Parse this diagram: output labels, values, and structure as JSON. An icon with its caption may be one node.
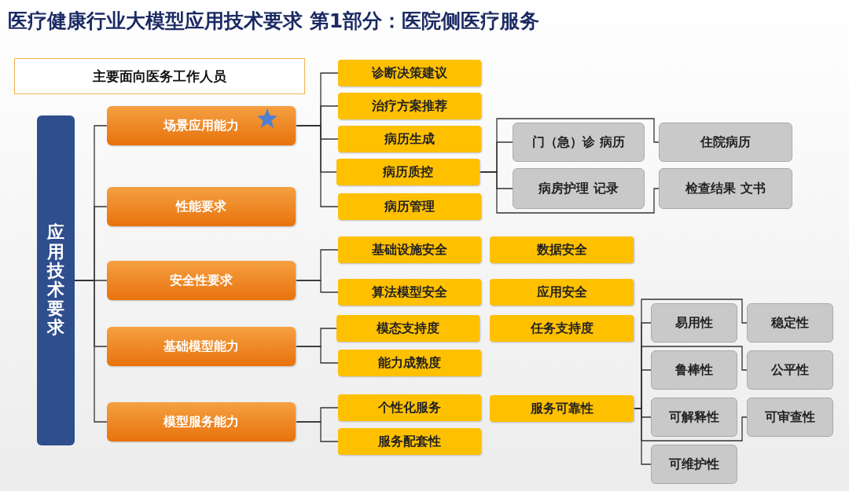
{
  "diagram": {
    "title": "医疗健康行业大模型应用技术要求 第1部分：医院侧医疗服务",
    "nodes": [
      {
        "text": [
          "主要面向医务工作人员"
        ]
      },
      {
        "text": [
          "应用技术要求"
        ]
      },
      {
        "text": [
          "场景应用能力"
        ]
      },
      {
        "text": [
          "诊断决策建议"
        ]
      },
      {
        "text": [
          "治疗方案推荐"
        ]
      },
      {
        "text": [
          "病历生成"
        ]
      },
      {
        "text": [
          "病历质控"
        ]
      },
      {
        "text": [
          "病历管理"
        ]
      },
      {
        "text": [
          "门（急）诊 病历"
        ]
      },
      {
        "text": [
          "住院病历"
        ]
      },
      {
        "text": [
          "病房护理 记录"
        ]
      },
      {
        "text": [
          "检查结果 文书"
        ]
      },
      {
        "text": [
          "性能要求"
        ]
      },
      {
        "text": [
          "安全性要求"
        ]
      },
      {
        "text": [
          "基础设施安全"
        ]
      },
      {
        "text": [
          "数据安全"
        ]
      },
      {
        "text": [
          "算法模型安全"
        ]
      },
      {
        "text": [
          "应用安全"
        ]
      },
      {
        "text": [
          "基础模型能力"
        ]
      },
      {
        "text": [
          "模态支持度"
        ]
      },
      {
        "text": [
          "任务支持度"
        ]
      },
      {
        "text": [
          "能力成熟度"
        ]
      },
      {
        "text": [
          "模型服务能力"
        ]
      },
      {
        "text": [
          "个性化服务"
        ]
      },
      {
        "text": [
          "服务可靠性"
        ]
      },
      {
        "text": [
          "易用性"
        ]
      },
      {
        "text": [
          "稳定性"
        ]
      },
      {
        "text": [
          "鲁棒性"
        ]
      },
      {
        "text": [
          "公平性"
        ]
      },
      {
        "text": [
          "可解释性"
        ]
      },
      {
        "text": [
          "可审查性"
        ]
      },
      {
        "text": [
          "服务配套性"
        ]
      },
      {
        "text": [
          "可维护性"
        ]
      }
    ],
    "edges": [
      {
        "from": 1,
        "to": 2,
        "arrow": "none"
      },
      {
        "from": 1,
        "to": 12,
        "arrow": "none"
      },
      {
        "from": 1,
        "to": 13,
        "arrow": "none"
      },
      {
        "from": 1,
        "to": 18,
        "arrow": "none"
      },
      {
        "from": 1,
        "to": 22,
        "arrow": "none"
      },
      {
        "from": 2,
        "to": 3,
        "arrow": "none"
      },
      {
        "from": 2,
        "to": 4,
        "arrow": "none"
      },
      {
        "from": 2,
        "to": 5,
        "arrow": "none"
      },
      {
        "from": 2,
        "to": 6,
        "arrow": "none"
      },
      {
        "from": 2,
        "to": 7,
        "arrow": "none"
      },
      {
        "from": 6,
        "to": 8,
        "arrow": "none"
      },
      {
        "from": 6,
        "to": 9,
        "arrow": "none"
      },
      {
        "from": 6,
        "to": 10,
        "arrow": "none"
      },
      {
        "from": 6,
        "to": 11,
        "arrow": "none"
      },
      {
        "from": 13,
        "to": 14,
        "arrow": "none"
      },
      {
        "from": 13,
        "to": 16,
        "arrow": "none"
      },
      {
        "from": 18,
        "to": 19,
        "arrow": "none"
      },
      {
        "from": 18,
        "to": 21,
        "arrow": "none"
      },
      {
        "from": 22,
        "to": 23,
        "arrow": "none"
      },
      {
        "from": 22,
        "to": 31,
        "arrow": "none"
      },
      {
        "from": 24,
        "to": 25,
        "arrow": "none"
      },
      {
        "from": 24,
        "to": 26,
        "arrow": "none"
      },
      {
        "from": 24,
        "to": 27,
        "arrow": "none"
      },
      {
        "from": 24,
        "to": 28,
        "arrow": "none"
      },
      {
        "from": 24,
        "to": 29,
        "arrow": "none"
      },
      {
        "from": 24,
        "to": 30,
        "arrow": "none"
      },
      {
        "from": 24,
        "to": 32,
        "arrow": "none"
      }
    ]
  }
}
